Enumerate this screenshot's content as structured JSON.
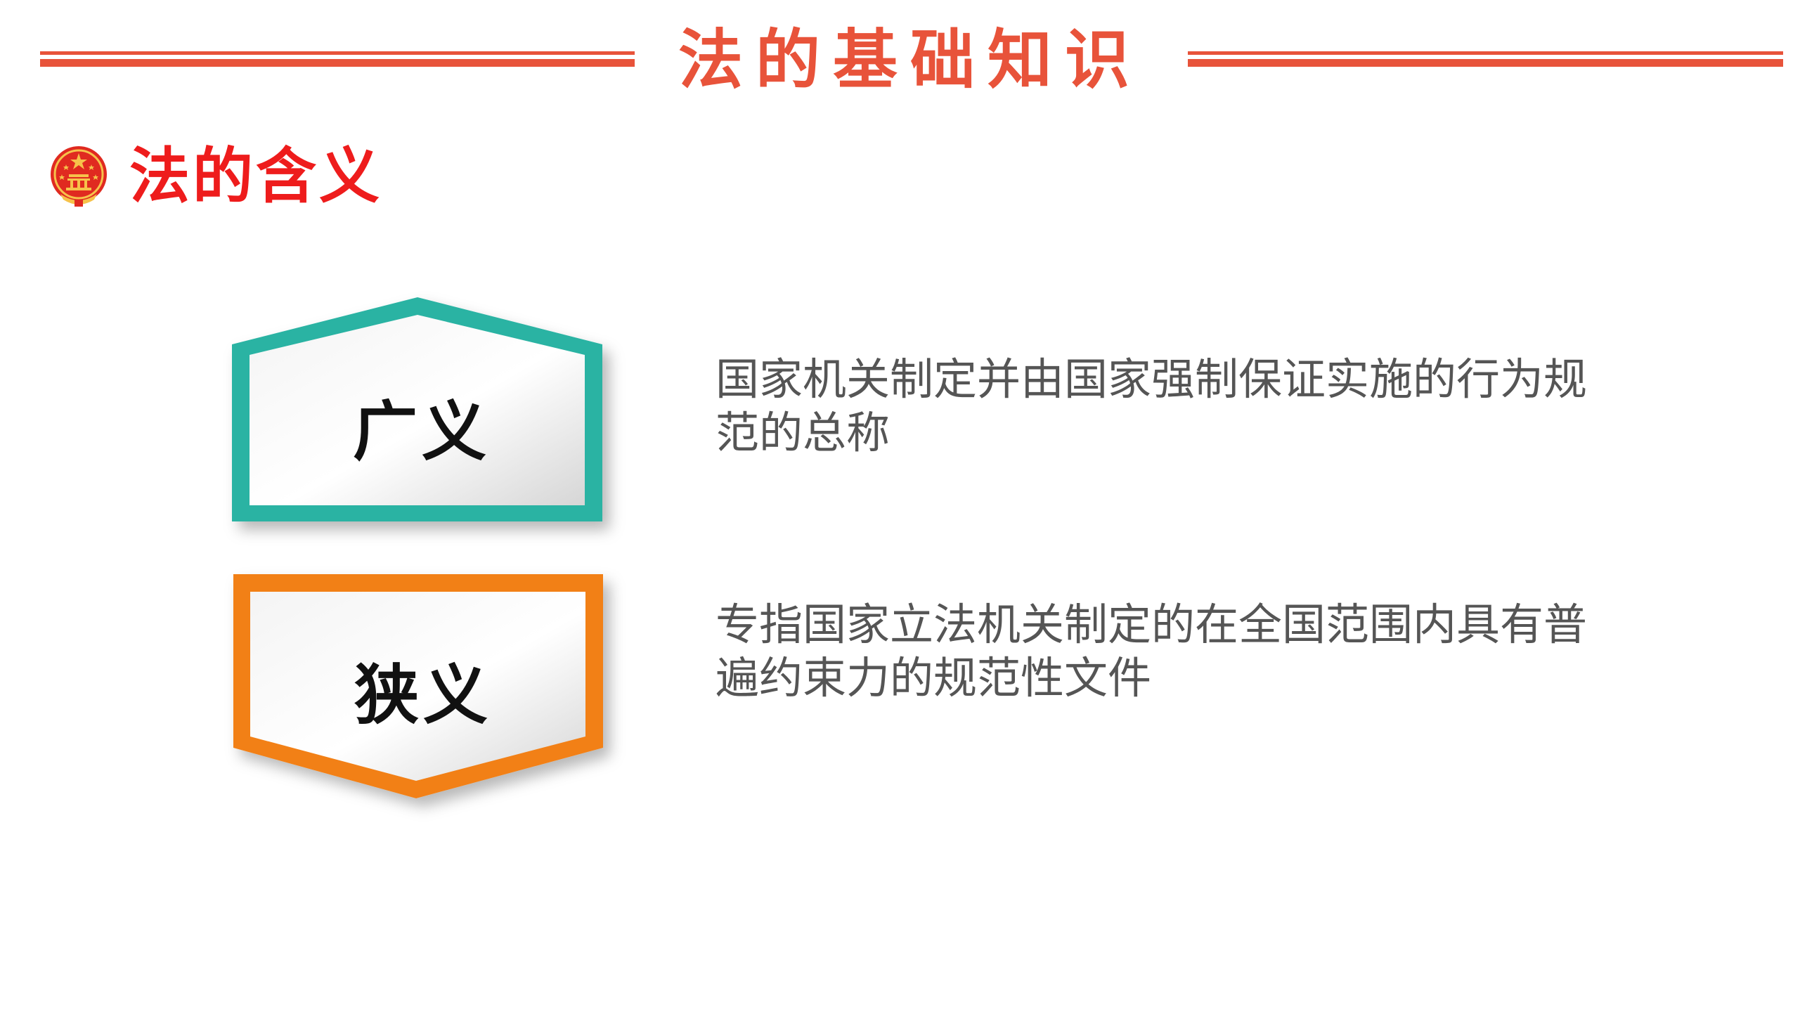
{
  "header": {
    "title": "法的基础知识"
  },
  "section": {
    "title": "法的含义",
    "icon": "national-emblem-icon"
  },
  "items": [
    {
      "term": "广义",
      "definition": "国家机关制定并由国家强制保证实施的行为规范的总称",
      "accent": "#2bb3a3"
    },
    {
      "term": "狭义",
      "definition": "专指国家立法机关制定的在全国范围内具有普遍约束力的规范性文件",
      "accent": "#f28017"
    }
  ],
  "colors": {
    "header_red": "#e8533a",
    "section_red": "#ee1c1c",
    "text_gray": "#555555"
  }
}
